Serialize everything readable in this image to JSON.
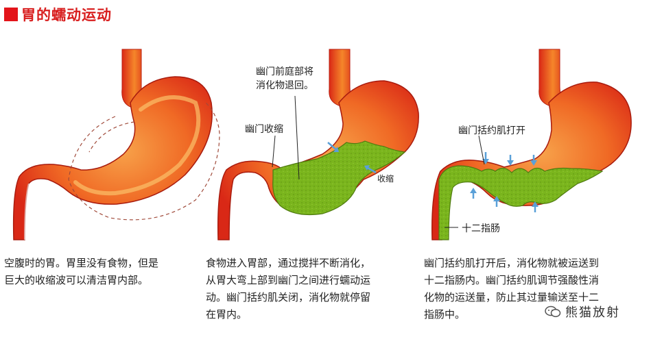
{
  "title": "胃的蠕动运动",
  "labels": {
    "antrum_retreat": [
      "幽门前庭部将",
      "消化物退回。"
    ],
    "pylorus_contract": "幽门收缩",
    "contract": "收缩",
    "sphincter_open": "幽门括约肌打开",
    "duodenum": "十二指肠"
  },
  "captions": {
    "panel1": [
      "空腹时的胃。胃里没有食物，但是",
      "巨大的收缩波可以清洁胃内部。"
    ],
    "panel2": [
      "食物进入胃部，通过搅拌不断消化，",
      "从胃大弯上部到幽门之间进行蠕动运",
      "动。幽门括约肌关闭，消化物就停留",
      "在胃内。"
    ],
    "panel3": [
      "幽门括约肌打开后，消化物就被运送到",
      "十二指肠内。幽门括约肌调节强酸性消",
      "化物的运送量，防止其过量输送至十二",
      "指肠中。"
    ]
  },
  "watermark": "熊猫放射",
  "colors": {
    "stomach_red": "#e8301c",
    "stomach_orange": "#f5862a",
    "chyme_green": "#7ab51d",
    "arrow_blue": "#5aa0d8",
    "title_red": "#d81e1e"
  }
}
